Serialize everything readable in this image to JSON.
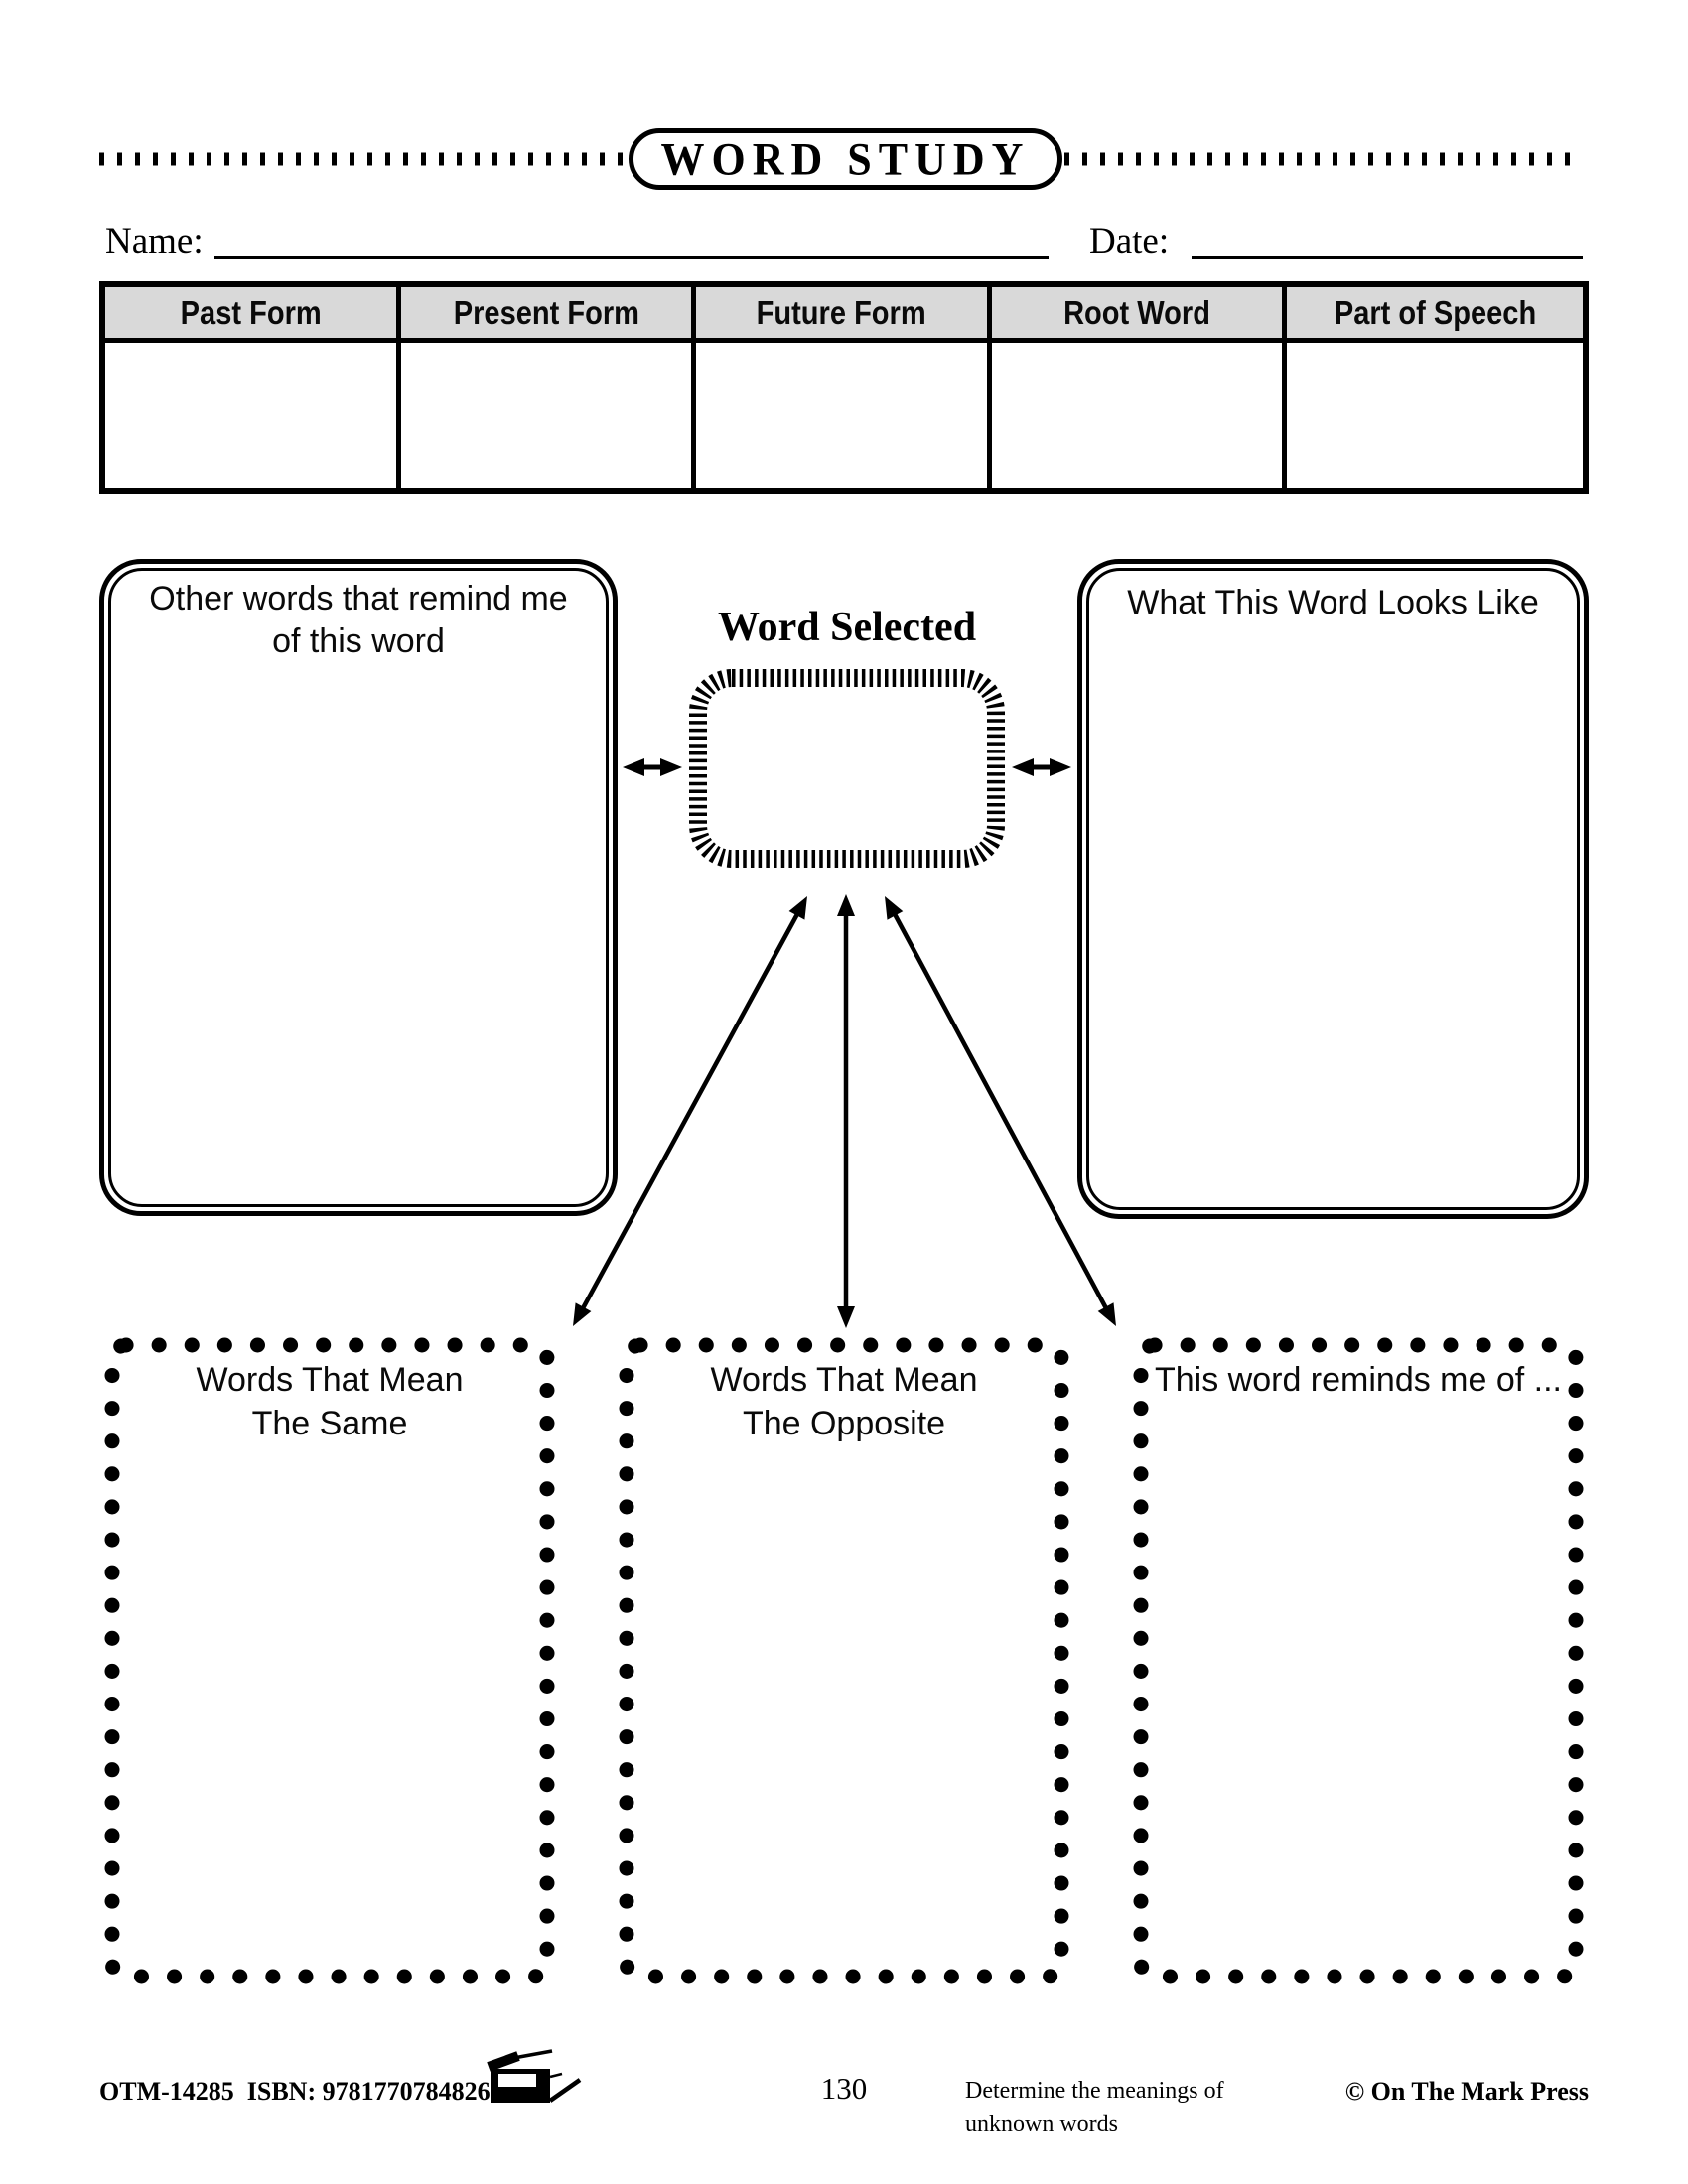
{
  "header": {
    "title": "WORD STUDY",
    "name_label": "Name:",
    "date_label": "Date:"
  },
  "table": {
    "headers": [
      "Past Form",
      "Present Form",
      "Future Form",
      "Root Word",
      "Part of Speech"
    ]
  },
  "diagram": {
    "left_box": {
      "line1": "Other words that remind me",
      "line2": "of this word"
    },
    "center_label": "Word Selected",
    "right_box": {
      "line1": "What This Word Looks Like"
    },
    "bottom_boxes": [
      {
        "line1": "Words That Mean",
        "line2": "The Same"
      },
      {
        "line1": "Words That Mean",
        "line2": "The Opposite"
      },
      {
        "line1": "This word reminds me of ...",
        "line2": ""
      }
    ]
  },
  "footer": {
    "code": "OTM-14285  ISBN: 9781770784826",
    "page_number": "130",
    "desc_line1": "Determine the meanings of",
    "desc_line2": "unknown words",
    "copyright": "© On The Mark Press"
  },
  "colors": {
    "ink": "#000000",
    "table_header_bg": "#d9d9d9"
  }
}
